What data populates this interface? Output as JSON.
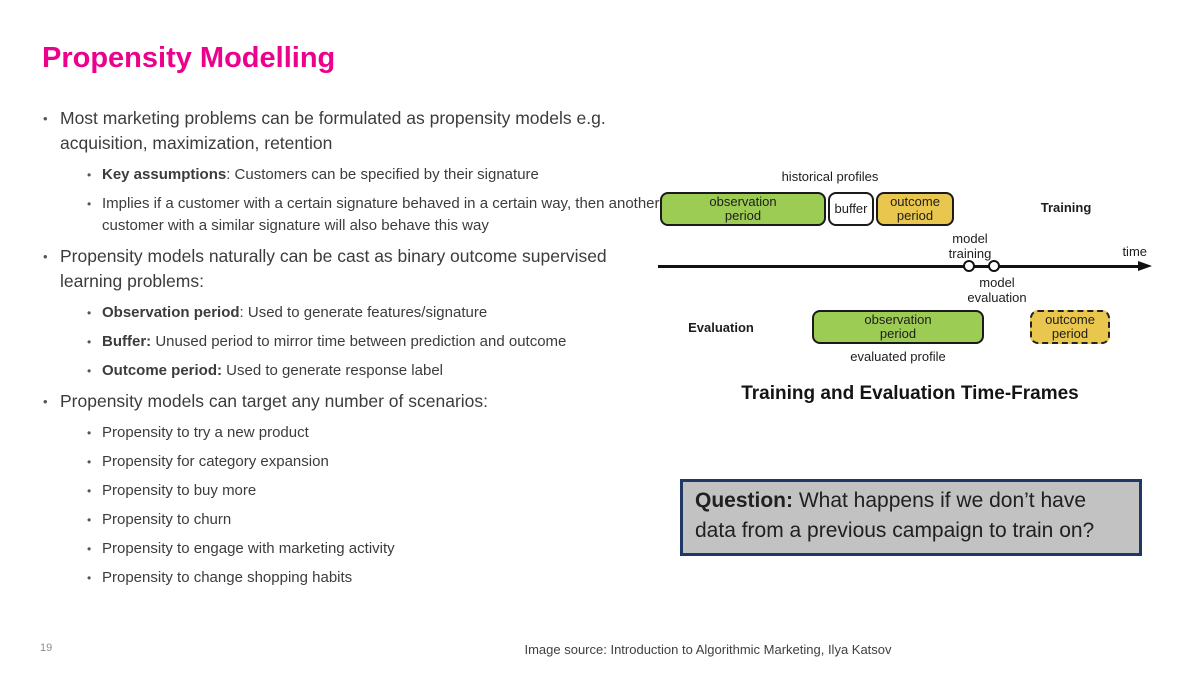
{
  "slide": {
    "title": "Propensity Modelling",
    "page_number": "19",
    "image_source": "Image source: Introduction to Algorithmic Marketing, Ilya Katsov"
  },
  "colors": {
    "title_accent": "#EC008C",
    "body_text": "#3C3C3C",
    "diagram_green": "#9DCC55",
    "diagram_yellow": "#E9C64E",
    "question_border": "#1F3864",
    "question_background": "#C2C2C2"
  },
  "bullets": [
    {
      "text": "Most marketing problems can be formulated as propensity models e.g. acquisition, maximization, retention",
      "subs": [
        {
          "lead": "Key assumptions",
          "rest": ": Customers can be specified by their signature"
        },
        {
          "lead": "",
          "rest": "Implies if a customer with a certain signature behaved in a certain way, then another customer with a similar signature will also behave this way"
        }
      ]
    },
    {
      "text": "Propensity models naturally can be cast as binary outcome supervised learning problems:",
      "subs": [
        {
          "lead": "Observation period",
          "rest": ": Used to generate features/signature"
        },
        {
          "lead": "Buffer:",
          "rest": " Unused period to mirror time between prediction and outcome"
        },
        {
          "lead": "Outcome period:",
          "rest": " Used to generate response label"
        }
      ]
    },
    {
      "text": "Propensity models can target any number of scenarios:",
      "subs": [
        {
          "lead": "",
          "rest": "Propensity to try a new product"
        },
        {
          "lead": "",
          "rest": "Propensity for category expansion"
        },
        {
          "lead": "",
          "rest": "Propensity to buy more"
        },
        {
          "lead": "",
          "rest": "Propensity to churn"
        },
        {
          "lead": "",
          "rest": "Propensity to engage with marketing activity"
        },
        {
          "lead": "",
          "rest": "Propensity to change shopping habits"
        }
      ]
    }
  ],
  "diagram": {
    "historical_profiles": "historical profiles",
    "training": "Training",
    "evaluation": "Evaluation",
    "time": "time",
    "model_training": "model training",
    "model_evaluation": "model evaluation",
    "observation_box": "observation period",
    "buffer_box": "buffer",
    "outcome_box": "outcome period",
    "eval_observation_box": "observation period",
    "eval_outcome_box": "outcome period",
    "evaluated_profile": "evaluated profile",
    "caption": "Training and Evaluation Time-Frames"
  },
  "question": {
    "lead": "Question:",
    "rest": " What happens if we don’t have data from a previous campaign to train on?"
  }
}
